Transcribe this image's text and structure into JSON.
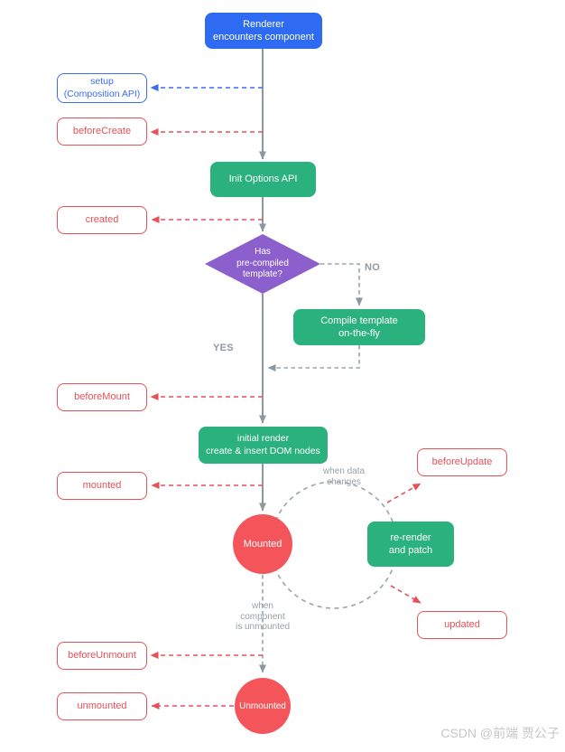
{
  "nodes": {
    "renderer": {
      "label": "Renderer\nencounters component"
    },
    "setup": {
      "label": "setup\n(Composition API)"
    },
    "before_create": {
      "label": "beforeCreate"
    },
    "init_options": {
      "label": "Init Options API"
    },
    "created": {
      "label": "created"
    },
    "has_template": {
      "label": "Has\npre-compiled\ntemplate?"
    },
    "compile": {
      "label": "Compile template\non-the-fly"
    },
    "before_mount": {
      "label": "beforeMount"
    },
    "initial_render": {
      "label": "initial render\ncreate & insert DOM nodes"
    },
    "mounted_hook": {
      "label": "mounted"
    },
    "before_update": {
      "label": "beforeUpdate"
    },
    "mounted_state": {
      "label": "Mounted"
    },
    "rerender": {
      "label": "re-render\nand patch"
    },
    "updated": {
      "label": "updated"
    },
    "before_unmount": {
      "label": "beforeUnmount"
    },
    "unmounted_state": {
      "label": "Unmounted"
    },
    "unmounted_hook": {
      "label": "unmounted"
    }
  },
  "labels": {
    "no": "NO",
    "yes": "YES",
    "when_data": "when data\nchanges",
    "when_unmounted": "when\ncomponent\nis unmounted"
  },
  "colors": {
    "blue": "#2e6bf2",
    "green": "#2bb17e",
    "purple": "#8b5fcc",
    "red_fill": "#f4555b",
    "red_outline": "#e4525a",
    "blue_outline": "#3a6df2",
    "gray_line": "#8d97a0",
    "gray_dash": "#9aa4ad",
    "gray_text": "#8f99a2",
    "watermark": "#c6c6c6"
  },
  "watermark": "CSDN @前端 贾公子"
}
